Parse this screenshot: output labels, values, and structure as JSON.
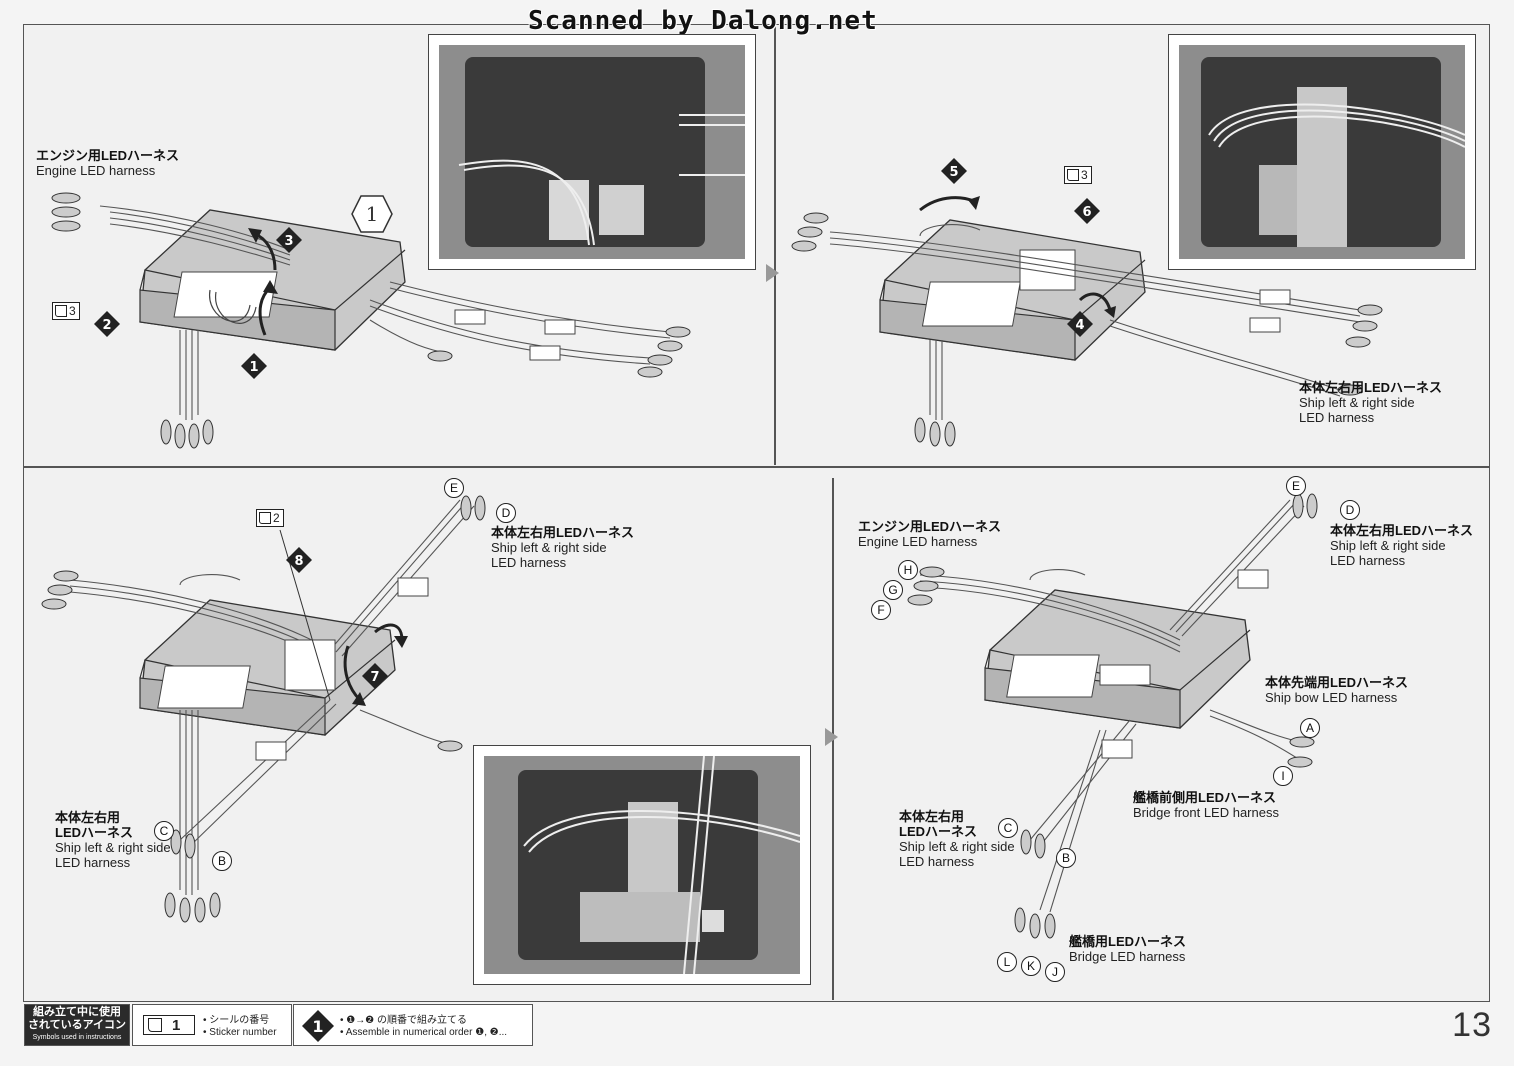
{
  "watermark": "Scanned by Dalong.net",
  "page_number": "13",
  "panel1": {
    "step_hex": "1",
    "engine_harness": {
      "jp": "エンジン用LEDハーネス",
      "en": "Engine LED harness"
    },
    "sticker_ref": "3",
    "steps": [
      "1",
      "2",
      "3"
    ]
  },
  "panel2": {
    "sticker_ref": "3",
    "steps": [
      "4",
      "5",
      "6"
    ],
    "ship_side_harness": {
      "jp": "本体左右用LEDハーネス",
      "en1": "Ship left & right side",
      "en2": "LED harness"
    }
  },
  "panel3": {
    "sticker_ref": "2",
    "steps": [
      "7",
      "8"
    ],
    "ship_side_top": {
      "jp": "本体左右用LEDハーネス",
      "en1": "Ship left & right side",
      "en2": "LED harness"
    },
    "ship_side_left": {
      "jp1": "本体左右用",
      "jp2": "LEDハーネス",
      "en1": "Ship left & right side",
      "en2": "LED harness"
    },
    "letters": {
      "e": "E",
      "d": "D",
      "c": "C",
      "b": "B"
    }
  },
  "panel4": {
    "engine_harness": {
      "jp": "エンジン用LEDハーネス",
      "en": "Engine LED harness"
    },
    "ship_side_top": {
      "jp": "本体左右用LEDハーネス",
      "en1": "Ship left & right side",
      "en2": "LED harness"
    },
    "bow_harness": {
      "jp": "本体先端用LEDハーネス",
      "en": "Ship bow LED harness"
    },
    "bridge_front_harness": {
      "jp": "艦橋前側用LEDハーネス",
      "en": "Bridge front LED harness"
    },
    "ship_side_left": {
      "jp1": "本体左右用",
      "jp2": "LEDハーネス",
      "en1": "Ship left & right side",
      "en2": "LED harness"
    },
    "bridge_harness": {
      "jp": "艦橋用LEDハーネス",
      "en": "Bridge LED harness"
    },
    "letters": {
      "e": "E",
      "d": "D",
      "h": "H",
      "g": "G",
      "f": "F",
      "a": "A",
      "i": "I",
      "c": "C",
      "b": "B",
      "l": "L",
      "k": "K",
      "j": "J"
    }
  },
  "legend": {
    "title_jp1": "組み立て中に使用",
    "title_jp2": "されているアイコン",
    "title_en": "Symbols used in instructions",
    "sticker_icon_num": "1",
    "sticker_jp": "• シールの番号",
    "sticker_en": "• Sticker number",
    "order_icon_num": "1",
    "order_jp": "• ❶→❷ の順番で組み立てる",
    "order_en": "• Assemble in numerical order ❶, ❷..."
  }
}
